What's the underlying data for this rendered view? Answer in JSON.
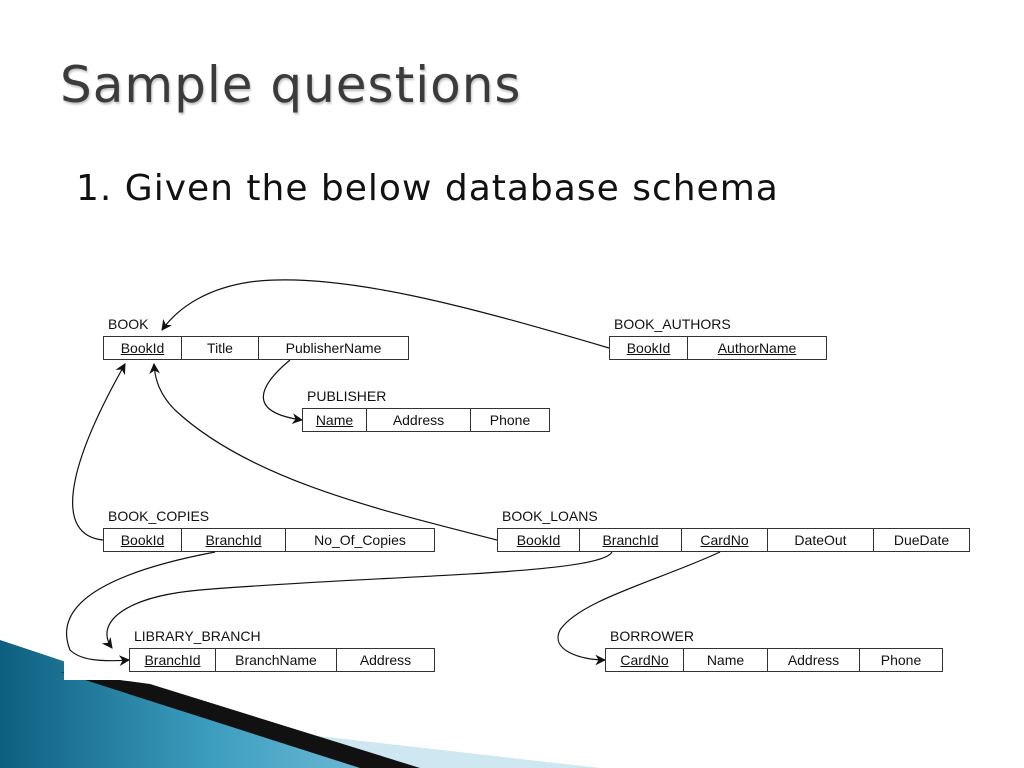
{
  "slide": {
    "title": "Sample questions",
    "bullet": "1. Given the below database schema"
  },
  "colors": {
    "ribbon_dark": "#0e5f7f",
    "ribbon_mid": "#3c9dbf",
    "ribbon_light": "#cfe7f0",
    "ribbon_black": "#111111"
  },
  "schema": {
    "book": {
      "name": "BOOK",
      "cols": [
        "BookId",
        "Title",
        "PublisherName"
      ]
    },
    "book_authors": {
      "name": "BOOK_AUTHORS",
      "cols": [
        "BookId",
        "AuthorName"
      ]
    },
    "publisher": {
      "name": "PUBLISHER",
      "cols": [
        "Name",
        "Address",
        "Phone"
      ]
    },
    "book_copies": {
      "name": "BOOK_COPIES",
      "cols": [
        "BookId",
        "BranchId",
        "No_Of_Copies"
      ]
    },
    "book_loans": {
      "name": "BOOK_LOANS",
      "cols": [
        "BookId",
        "BranchId",
        "CardNo",
        "DateOut",
        "DueDate"
      ]
    },
    "library_branch": {
      "name": "LIBRARY_BRANCH",
      "cols": [
        "BranchId",
        "BranchName",
        "Address"
      ]
    },
    "borrower": {
      "name": "BORROWER",
      "cols": [
        "CardNo",
        "Name",
        "Address",
        "Phone"
      ]
    }
  }
}
